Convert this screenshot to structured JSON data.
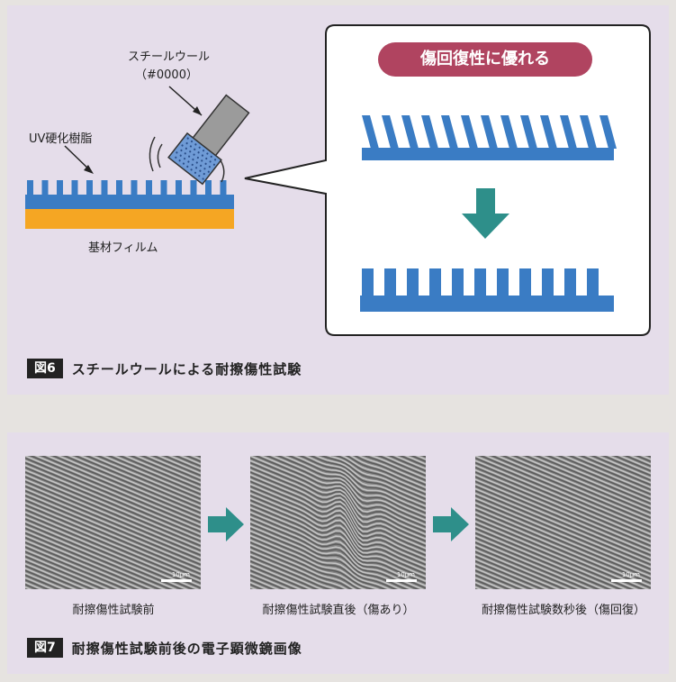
{
  "figure6": {
    "tag": "図6",
    "title": "スチールウールによる耐擦傷性試験",
    "steel_wool_label": "スチールウール",
    "steel_wool_grade": "（#0000）",
    "uv_resin_label": "UV硬化樹脂",
    "substrate_label": "基材フィルム",
    "badge": "傷回復性に優れる",
    "colors": {
      "resin": "#3a7cc4",
      "substrate": "#f5a623",
      "arrow": "#2e8f8a",
      "badge": "#b04460"
    }
  },
  "figure7": {
    "tag": "図7",
    "title": "耐擦傷性試験前後の電子顕微鏡画像",
    "images": [
      {
        "label": "耐擦傷性試験前",
        "scale": "10μm"
      },
      {
        "label": "耐擦傷性試験直後（傷あり）",
        "scale": "10μm"
      },
      {
        "label": "耐擦傷性試験数秒後（傷回復）",
        "scale": "10μm"
      }
    ]
  }
}
